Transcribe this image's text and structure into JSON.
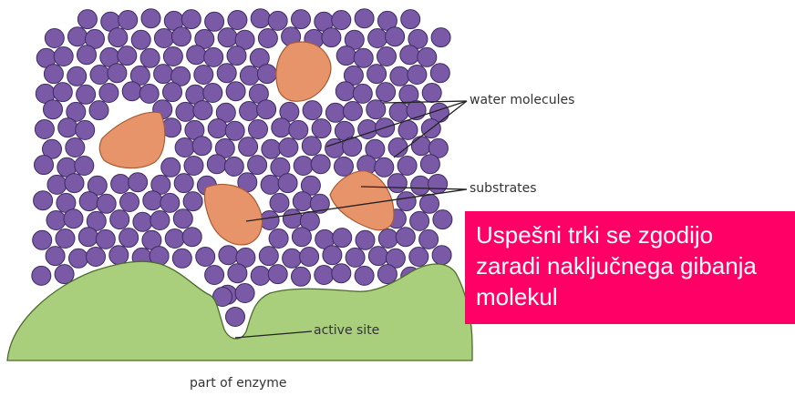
{
  "labels": {
    "water": "water molecules",
    "substrates": "substrates",
    "active_site": "active site",
    "enzyme": "part of enzyme"
  },
  "callout": {
    "text": "Uspešni trki se zgodijo\nzaradi naključnega gibanja\nmolekul"
  },
  "colors": {
    "molecule_fill": "#7a5aa6",
    "molecule_stroke": "#3d2a63",
    "substrate_fill": "#e8946a",
    "substrate_stroke": "#a85a33",
    "enzyme_fill": "#a9cf7c",
    "enzyme_stroke": "#4c6b2a",
    "callout_bg": "#ff0066"
  }
}
